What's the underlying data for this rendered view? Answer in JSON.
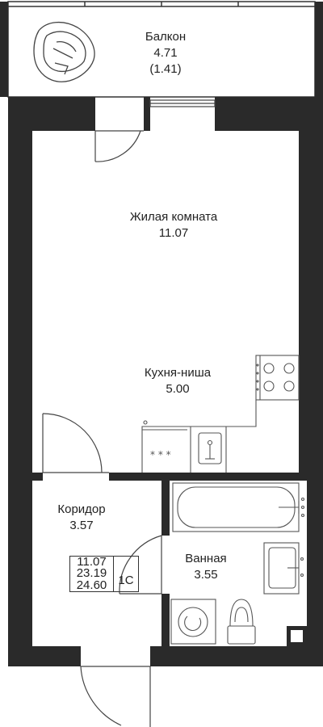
{
  "rooms": {
    "balcony": {
      "name": "Балкон",
      "area": "4.71",
      "area_reduced": "(1.41)"
    },
    "living": {
      "name": "Жилая комната",
      "area": "11.07"
    },
    "kitchen": {
      "name": "Кухня-ниша",
      "area": "5.00"
    },
    "corridor": {
      "name": "Коридор",
      "area": "3.57"
    },
    "bathroom": {
      "name": "Ванная",
      "area": "3.55"
    }
  },
  "summary": {
    "living_area": "11.07",
    "total_area": "23.19",
    "total_with_balcony": "24.60",
    "apartment_type": "1С"
  },
  "colors": {
    "wall": "#2a2a2a",
    "line": "#333333",
    "fixture": "#555555"
  },
  "icons": [
    "armchair-icon",
    "stove-icon",
    "sink-icon",
    "bathtub-icon",
    "washing-machine-icon",
    "toilet-icon",
    "hob-icon"
  ]
}
